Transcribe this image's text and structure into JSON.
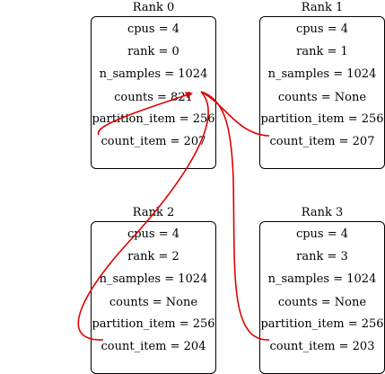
{
  "ranks": [
    {
      "title": "Rank 0",
      "vars": [
        "cpus = 4",
        "rank = 0",
        "n_samples = 1024",
        "counts = 821",
        "partition_item = 256",
        "count_item = 207"
      ]
    },
    {
      "title": "Rank 1",
      "vars": [
        "cpus = 4",
        "rank = 1",
        "n_samples = 1024",
        "counts = None",
        "partition_item = 256",
        "count_item = 207"
      ]
    },
    {
      "title": "Rank 2",
      "vars": [
        "cpus = 4",
        "rank = 2",
        "n_samples = 1024",
        "counts = None",
        "partition_item = 256",
        "count_item = 204"
      ]
    },
    {
      "title": "Rank 3",
      "vars": [
        "cpus = 4",
        "rank = 3",
        "n_samples = 1024",
        "counts = None",
        "partition_item = 256",
        "count_item = 203"
      ]
    }
  ],
  "colors": {
    "arrow": "#e00000",
    "border": "#000000"
  }
}
